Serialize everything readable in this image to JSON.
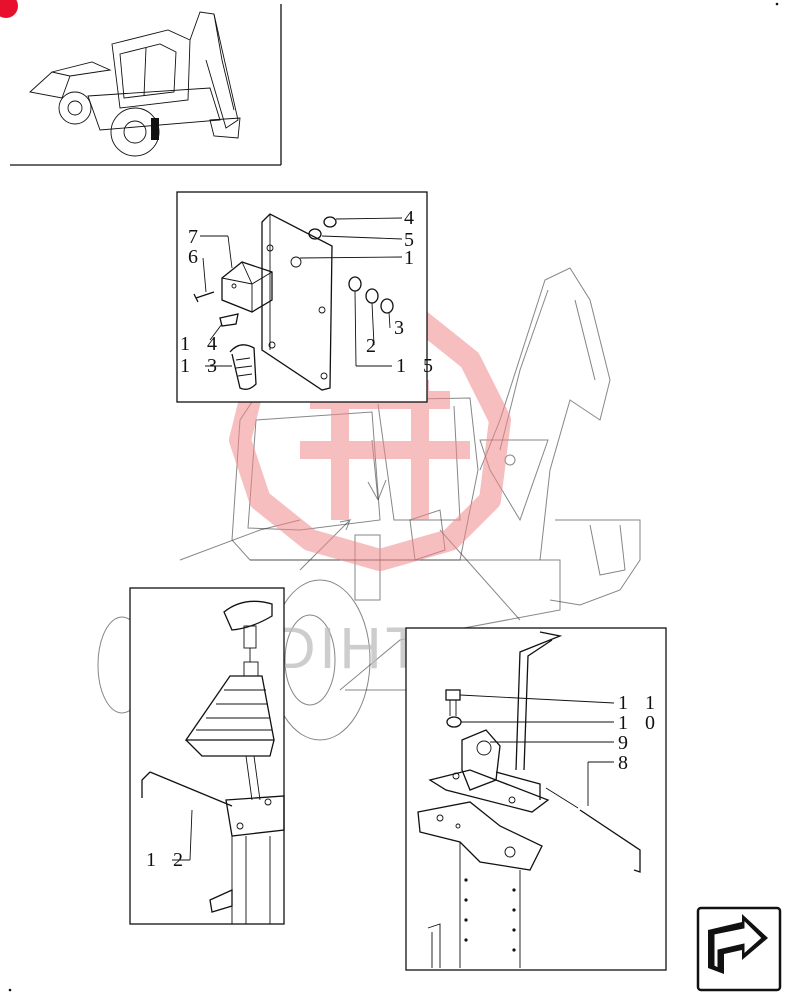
{
  "document": {
    "description_ref": "exploded parts diagram",
    "watermark_text": "DIHTEX",
    "callouts": {
      "top_panel": [
        "4",
        "5",
        "1",
        "7",
        "6",
        "3",
        "2",
        "1 4",
        "1 3",
        "1 5"
      ],
      "right_panel": [
        "1 1",
        "1 0",
        "9",
        "8"
      ],
      "left_panel": [
        "1 2"
      ]
    },
    "colors": {
      "line": "#111111",
      "watermark": "#f08a8a",
      "watermark_text": "#bdbdbd",
      "corner_mark": "#e8112d",
      "nav_icon_fill": "#111111"
    },
    "icons": {
      "thumbnail": "backhoe-loader-thumbnail",
      "nav": "return-arrow-icon",
      "corner": "red-corner-mark"
    }
  }
}
